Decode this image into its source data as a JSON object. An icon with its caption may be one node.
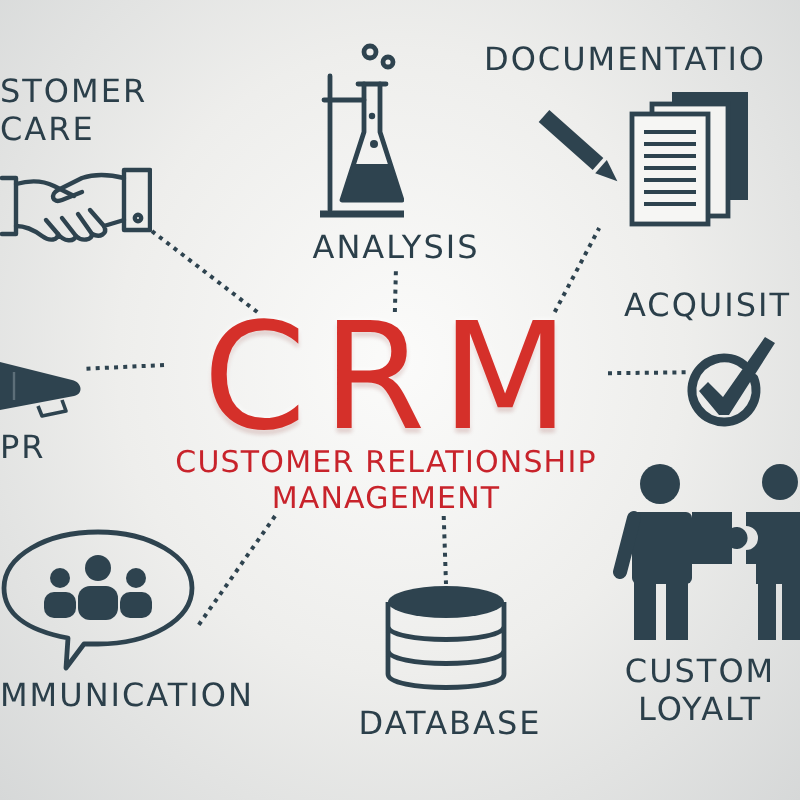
{
  "diagram": {
    "nodes": [
      {
        "text": [],
        "shape": "picture",
        "beside": [
          "STOMER CARE"
        ]
      },
      {
        "text": [
          "ANALYSIS"
        ]
      },
      {
        "text": [],
        "shape": "picture",
        "beside": [
          "DOCUMENTATIO"
        ]
      },
      {
        "text": [],
        "shape": "picture",
        "beside": [
          "PR"
        ]
      },
      {
        "text": [
          "CRM",
          "CUSTOMER RELATIONSHIP MANAGEMENT"
        ]
      },
      {
        "text": [],
        "shape": "picture",
        "beside": [
          "ACQUISIT"
        ]
      },
      {
        "text": [],
        "shape": "picture",
        "beside": [
          "MMUNICATION"
        ]
      },
      {
        "text": [],
        "shape": "picture",
        "beside": [
          "DATABASE"
        ]
      }
    ],
    "edges": [
      {
        "from": 4,
        "to": 0,
        "arrow": "none",
        "style": "dashed"
      },
      {
        "from": 4,
        "to": 1,
        "arrow": "none",
        "style": "dashed"
      },
      {
        "from": 4,
        "to": 2,
        "arrow": "none",
        "style": "dashed"
      },
      {
        "from": 4,
        "to": 3,
        "arrow": "none",
        "style": "dashed"
      },
      {
        "from": 4,
        "to": 5,
        "arrow": "none",
        "style": "dashed"
      },
      {
        "from": 4,
        "to": 6,
        "arrow": "none",
        "style": "dashed"
      },
      {
        "from": 4,
        "to": 7,
        "arrow": "none",
        "style": "dashed"
      }
    ],
    "labels": [
      "CUSTOM LOYALT"
    ]
  }
}
